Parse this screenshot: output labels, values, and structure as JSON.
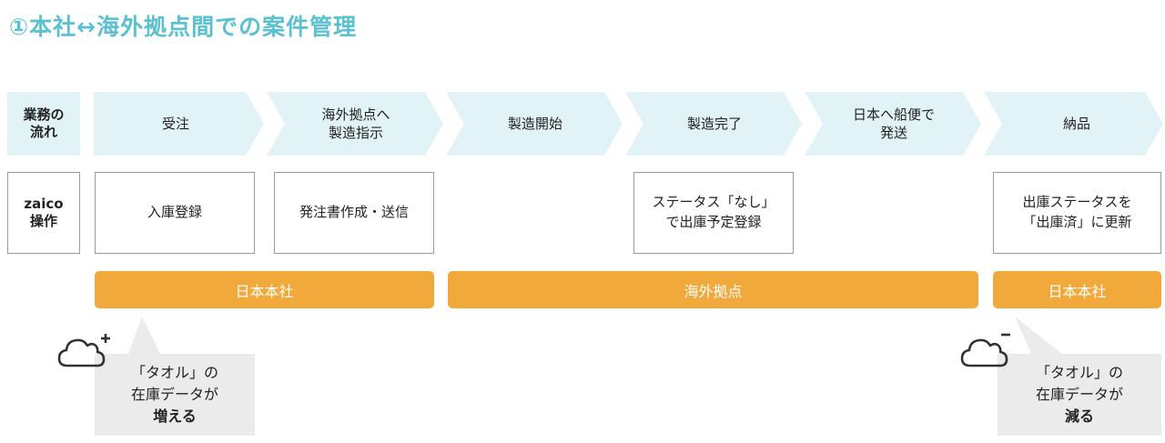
{
  "title": "①本社↔海外拠点間での案件管理",
  "row_labels": {
    "flow": "業務の\n流れ",
    "ops": "zaico\n操作"
  },
  "flow_steps": [
    {
      "label": "受注"
    },
    {
      "label": "海外拠点へ\n製造指示"
    },
    {
      "label": "製造開始"
    },
    {
      "label": "製造完了"
    },
    {
      "label": "日本へ船便で\n発送"
    },
    {
      "label": "納品"
    }
  ],
  "zaico_ops": [
    {
      "label": "入庫登録"
    },
    {
      "label": "発注書作成・送信"
    },
    {
      "label": "ステータス「なし」\nで出庫予定登録"
    },
    {
      "label": "出庫ステータスを\n「出庫済」に更新"
    }
  ],
  "locations": [
    {
      "label": "日本本社"
    },
    {
      "label": "海外拠点"
    },
    {
      "label": "日本本社"
    }
  ],
  "callouts": [
    {
      "line1": "「タオル」の",
      "line2": "在庫データが",
      "line3": "増える",
      "icon": "cloud-plus-icon"
    },
    {
      "line1": "「タオル」の",
      "line2": "在庫データが",
      "line3": "減る",
      "icon": "cloud-minus-icon"
    }
  ],
  "colors": {
    "title": "#5bc0cf",
    "flow_bg": "#e1f3f6",
    "location_bar": "#f2a93b",
    "callout_bg": "#ebebeb"
  }
}
